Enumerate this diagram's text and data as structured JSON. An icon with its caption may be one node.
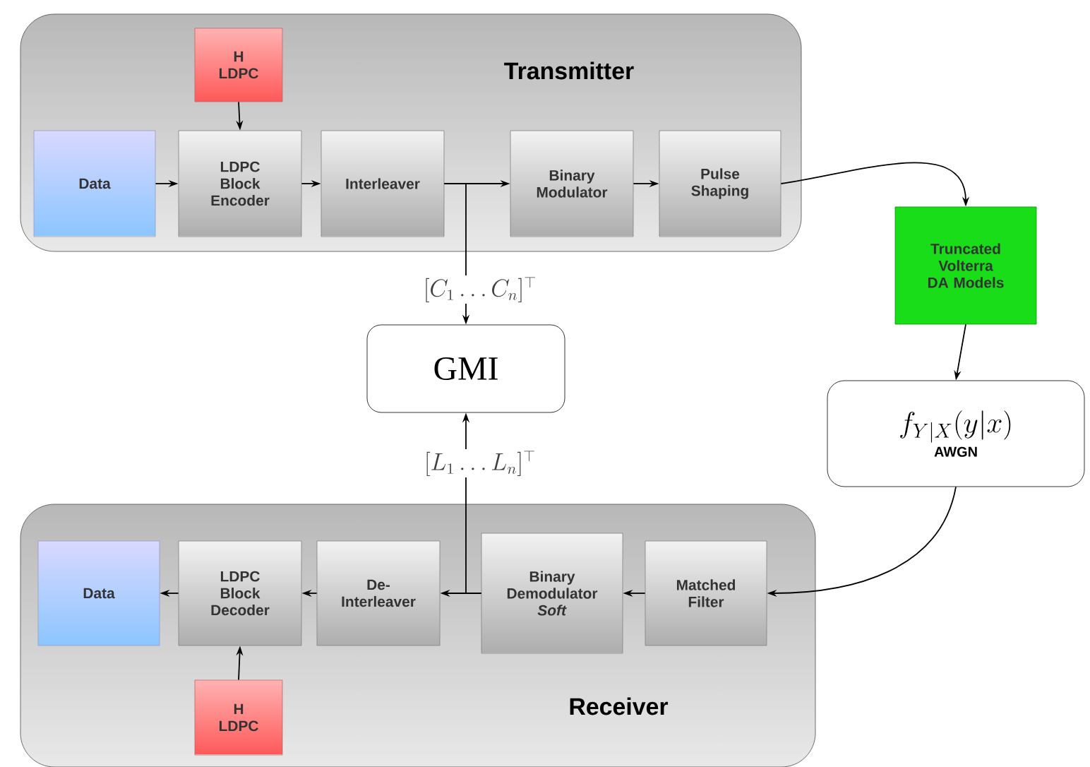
{
  "diagram": {
    "nodes": [
      {
        "text": [
          "Transmitter"
        ]
      },
      {
        "text": [
          "H LDPC"
        ],
        "in": 0
      },
      {
        "text": [
          "Data"
        ],
        "in": 0
      },
      {
        "text": [
          "LDPC Block Encoder"
        ],
        "in": 0
      },
      {
        "text": [
          "Interleaver"
        ],
        "in": 0
      },
      {
        "text": [
          "Binary Modulator"
        ],
        "in": 0
      },
      {
        "text": [
          "Pulse Shaping"
        ],
        "in": 0
      },
      {
        "text": [
          "Truncated Volterra DA Models"
        ]
      },
      {
        "text": [
          "f_{Y|X}(y|x)",
          "AWGN"
        ]
      },
      {
        "text": [
          "GMI"
        ]
      },
      {
        "text": [
          "Receiver"
        ]
      },
      {
        "text": [
          "Data"
        ],
        "in": 10
      },
      {
        "text": [
          "LDPC Block Decoder"
        ],
        "in": 10
      },
      {
        "text": [
          "De- Interleaver"
        ],
        "in": 10
      },
      {
        "text": [
          "Binary Demodulator *Soft*"
        ],
        "in": 10
      },
      {
        "text": [
          "Matched Filter"
        ],
        "in": 10
      },
      {
        "text": [
          "H LDPC"
        ],
        "in": 10
      }
    ],
    "edges": [
      {
        "from": 1,
        "to": 3,
        "arrow": "to"
      },
      {
        "from": 2,
        "to": 3,
        "arrow": "to"
      },
      {
        "from": 3,
        "to": 4,
        "arrow": "to"
      },
      {
        "from": 4,
        "to": 5,
        "arrow": "to"
      },
      {
        "from": 5,
        "to": 6,
        "arrow": "to"
      },
      {
        "from": 6,
        "to": 7,
        "arrow": "to"
      },
      {
        "from": 7,
        "to": 8,
        "arrow": "to"
      },
      {
        "from": 8,
        "to": 15,
        "arrow": "to"
      },
      {
        "from": 15,
        "to": 14,
        "arrow": "to"
      },
      {
        "from": 14,
        "to": 13,
        "arrow": "to"
      },
      {
        "from": 13,
        "to": 12,
        "arrow": "to"
      },
      {
        "from": 12,
        "to": 11,
        "arrow": "to"
      },
      {
        "from": 16,
        "to": 12,
        "arrow": "to"
      },
      {
        "from": 4,
        "to": 9,
        "arrow": "to",
        "label": "[C_1 \\ldots C_n]^\\top"
      },
      {
        "from": 14,
        "to": 9,
        "arrow": "to",
        "label": "[L_1 \\ldots L_n]^\\top"
      }
    ]
  }
}
